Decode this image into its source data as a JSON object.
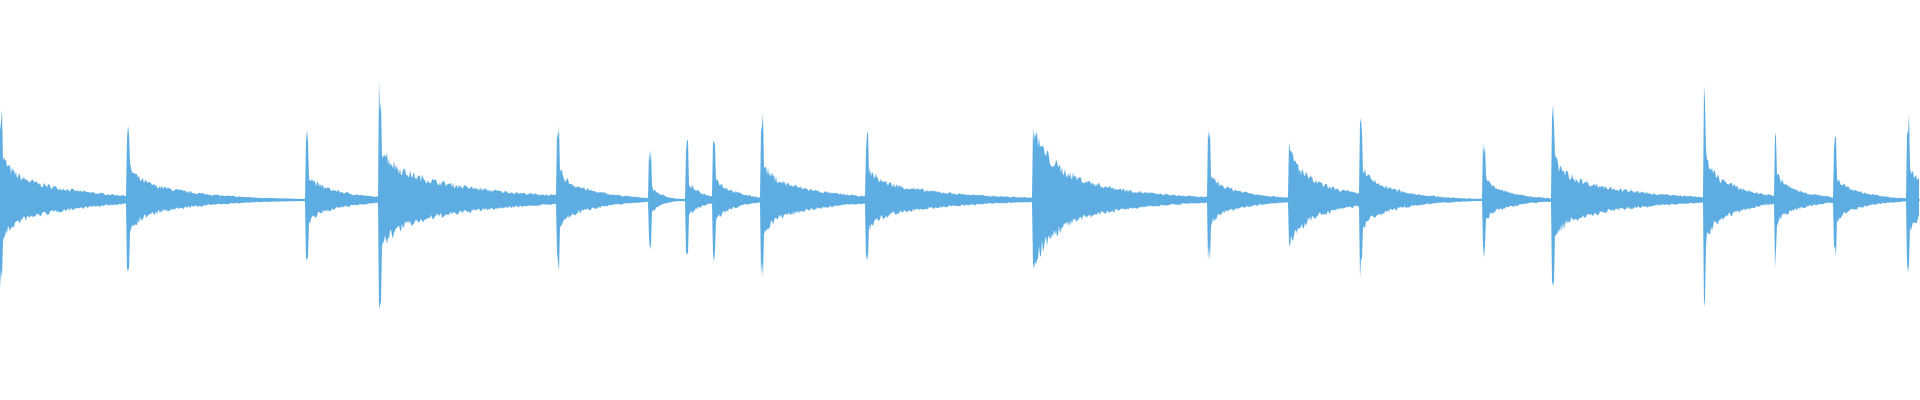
{
  "waveform": {
    "color": "#5dade2",
    "background": "#ffffff",
    "transients": [
      {
        "t": 0.0,
        "amp": 0.42,
        "decay": 0.035
      },
      {
        "t": 0.066,
        "amp": 0.34,
        "decay": 0.03
      },
      {
        "t": 0.159,
        "amp": 0.3,
        "decay": 0.02
      },
      {
        "t": 0.197,
        "amp": 0.52,
        "decay": 0.045
      },
      {
        "t": 0.29,
        "amp": 0.34,
        "decay": 0.02
      },
      {
        "t": 0.338,
        "amp": 0.23,
        "decay": 0.006
      },
      {
        "t": 0.357,
        "amp": 0.26,
        "decay": 0.009
      },
      {
        "t": 0.371,
        "amp": 0.32,
        "decay": 0.012
      },
      {
        "t": 0.396,
        "amp": 0.38,
        "decay": 0.028
      },
      {
        "t": 0.451,
        "amp": 0.3,
        "decay": 0.04
      },
      {
        "t": 0.538,
        "amp": 0.35,
        "decay": 0.035,
        "swell": true
      },
      {
        "t": 0.629,
        "amp": 0.3,
        "decay": 0.02
      },
      {
        "t": 0.671,
        "amp": 0.26,
        "decay": 0.025,
        "swell": true
      },
      {
        "t": 0.708,
        "amp": 0.38,
        "decay": 0.02
      },
      {
        "t": 0.772,
        "amp": 0.28,
        "decay": 0.015
      },
      {
        "t": 0.808,
        "amp": 0.42,
        "decay": 0.035
      },
      {
        "t": 0.887,
        "amp": 0.5,
        "decay": 0.018
      },
      {
        "t": 0.924,
        "amp": 0.32,
        "decay": 0.015
      },
      {
        "t": 0.955,
        "amp": 0.3,
        "decay": 0.015
      },
      {
        "t": 0.993,
        "amp": 0.37,
        "decay": 0.02
      }
    ]
  }
}
